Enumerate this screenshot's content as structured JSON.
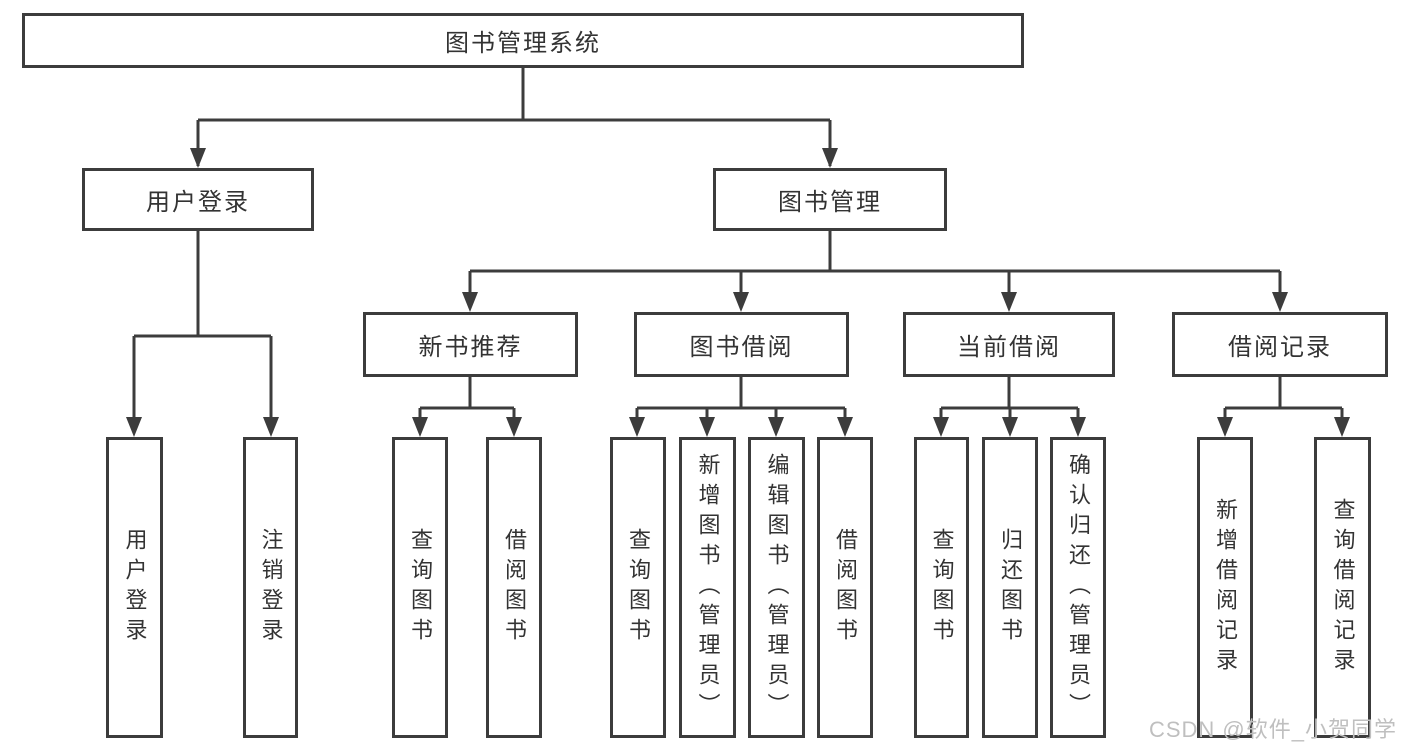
{
  "diagram": {
    "type": "hierarchy-diagram",
    "nodes": {
      "root": "图书管理系统",
      "level2": [
        "用户登录",
        "图书管理"
      ],
      "level3": [
        "新书推荐",
        "图书借阅",
        "当前借阅",
        "借阅记录"
      ],
      "leaves": [
        "用户登录",
        "注销登录",
        "查询图书",
        "借阅图书",
        "查询图书",
        "新增图书（管理员）",
        "编辑图书（管理员）",
        "借阅图书",
        "查询图书",
        "归还图书",
        "确认归还（管理员）",
        "新增借阅记录",
        "查询借阅记录"
      ]
    },
    "hierarchy": {
      "图书管理系统": [
        "用户登录",
        "图书管理"
      ],
      "用户登录": [
        "用户登录",
        "注销登录"
      ],
      "图书管理": [
        "新书推荐",
        "图书借阅",
        "当前借阅",
        "借阅记录"
      ],
      "新书推荐": [
        "查询图书",
        "借阅图书"
      ],
      "图书借阅": [
        "查询图书",
        "新增图书（管理员）",
        "编辑图书（管理员）",
        "借阅图书"
      ],
      "当前借阅": [
        "查询图书",
        "归还图书",
        "确认归还（管理员）"
      ],
      "借阅记录": [
        "新增借阅记录",
        "查询借阅记录"
      ]
    },
    "colors": {
      "line": "#3c3c3c",
      "box_border": "#3c3c3c",
      "box_fill": "#ffffff",
      "text": "#333333",
      "watermark_text": "#bfbfbf",
      "background": "#ffffff"
    }
  },
  "watermark": "CSDN @软件_小贺同学"
}
